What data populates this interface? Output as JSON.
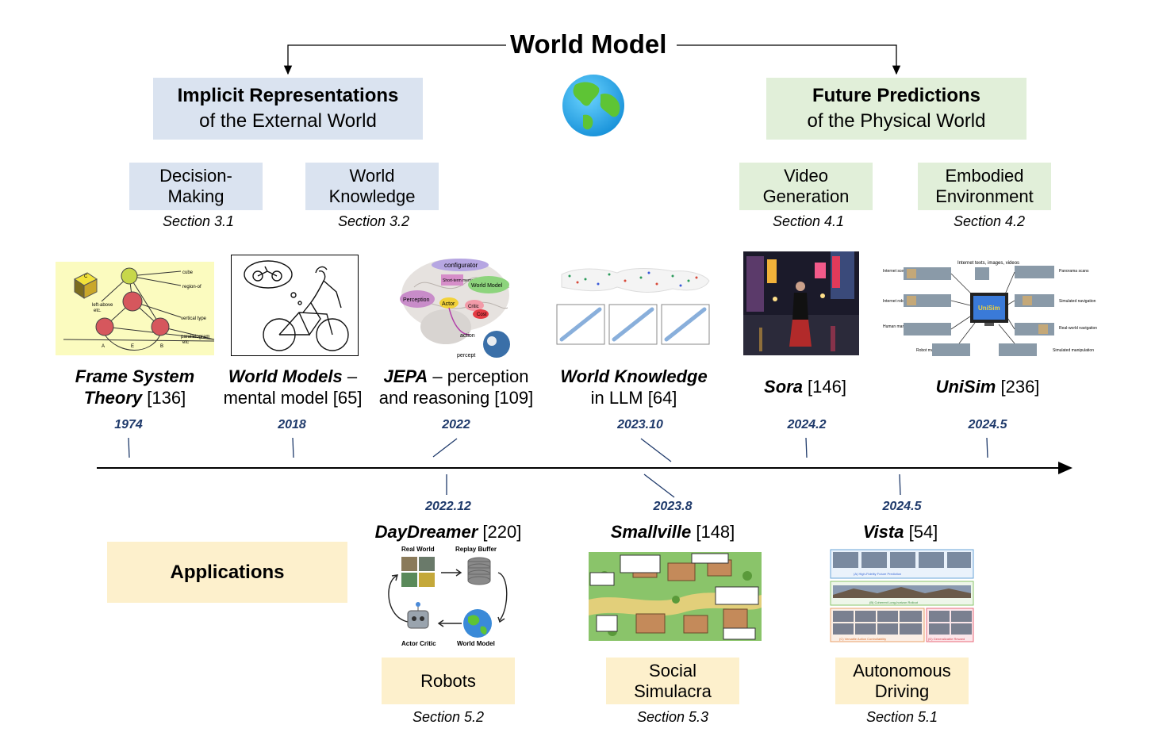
{
  "title": "World Model",
  "categories": {
    "implicit": {
      "line1": "Implicit Representations",
      "line2": "of the External World"
    },
    "future": {
      "line1": "Future Predictions",
      "line2": "of the Physical World"
    },
    "applications": "Applications"
  },
  "subcategories": [
    {
      "label_1": "Decision-",
      "label_2": "Making",
      "section": "Section 3.1"
    },
    {
      "label_1": "World",
      "label_2": "Knowledge",
      "section": "Section 3.2"
    },
    {
      "label_1": "Video",
      "label_2": "Generation",
      "section": "Section 4.1"
    },
    {
      "label_1": "Embodied",
      "label_2": "Environment",
      "section": "Section 4.2"
    }
  ],
  "top_milestones": [
    {
      "name": "Frame System",
      "name_2": "Theory",
      "ref": " [136]",
      "year": "1974"
    },
    {
      "name": "World Models",
      "rest": " –",
      "line2": "mental model [65]",
      "year": "2018"
    },
    {
      "name": "JEPA",
      "rest": " – perception",
      "line2": "and reasoning [109]",
      "year": "2022"
    },
    {
      "name": "World Knowledge",
      "line2": "in LLM [64]",
      "year": "2023.10"
    },
    {
      "name": "Sora",
      "ref": " [146]",
      "year": "2024.2"
    },
    {
      "name": "UniSim",
      "ref": " [236]",
      "year": "2024.5"
    }
  ],
  "bottom_milestones": [
    {
      "name": "DayDreamer",
      "ref": " [220]",
      "year": "2022.12"
    },
    {
      "name": "Smallville",
      "ref": " [148]",
      "year": "2023.8"
    },
    {
      "name": "Vista",
      "ref": " [54]",
      "year": "2024.5"
    }
  ],
  "application_boxes": [
    {
      "label_1": "Robots",
      "label_2": "",
      "section": "Section 5.2"
    },
    {
      "label_1": "Social",
      "label_2": "Simulacra",
      "section": "Section 5.3"
    },
    {
      "label_1": "Autonomous",
      "label_2": "Driving",
      "section": "Section 5.1"
    }
  ],
  "figure_text": {
    "frame": {
      "cube": "cube",
      "region": "region-of",
      "leftabove": "left-above",
      "etc": "etc.",
      "vertical": "vertical type",
      "parallelogram": "parallelogram",
      "etc2": "etc",
      "a": "A",
      "b": "B",
      "c": "C",
      "e": "E"
    },
    "jepa": {
      "configurator": "configurator",
      "shortterm": "Short-term memory",
      "worldmodel": "World Model",
      "perception": "Perception",
      "actor": "Actor",
      "critic": "Critic",
      "cost": "Cost",
      "action": "action",
      "percept": "percept"
    },
    "unisim": {
      "top": "Internet texts, images, videos",
      "scenes": "Internet scenes",
      "robots": "Internet robots",
      "human": "Human manipulation",
      "robot_manip": "Robot manipulation",
      "panorama": "Panorama scans",
      "simnav": "Simulated navigation",
      "realnav": "Real-world navigation",
      "simmanip": "Simulated manipulation",
      "logo": "UniSim"
    },
    "daydreamer": {
      "real": "Real World",
      "replay": "Replay Buffer",
      "actor": "Actor Critic",
      "wm": "World Model"
    },
    "vista": {
      "a": "(A) High-Fidelity Future Prediction",
      "b": "(B) Coherent Long-horizon Rollout",
      "c": "(C) Versatile Action Controllability",
      "d": "(D) Generalizable Reward"
    }
  },
  "colors": {
    "blue_box": "#dae3f0",
    "green_box": "#e1efd9",
    "yellow_box": "#fdf0cc",
    "year_text": "#1f3a6b"
  }
}
